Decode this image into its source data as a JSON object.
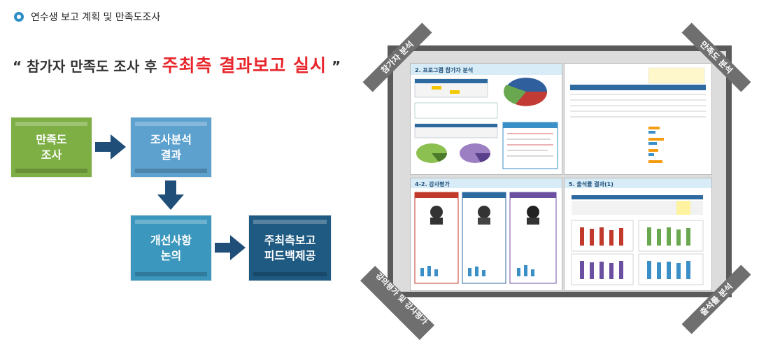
{
  "header": {
    "title": "연수생 보고 계획 및 만족도조사"
  },
  "quote": {
    "open": "“ 참가자 만족도 조사 후 ",
    "highlight": "주최측 결과보고 실시",
    "close": " ”"
  },
  "flow": {
    "step1": "만족도\n조사",
    "step2": "조사분석\n결과",
    "step3": "개선사항\n논의",
    "step4": "주최측보고\n피드백제공"
  },
  "colors": {
    "green": "#7daf45",
    "light_blue": "#5da1cf",
    "teal": "#3b97bd",
    "navy": "#1f5a82",
    "arrow": "#1f4e79",
    "accent_red": "#e8262b"
  },
  "panel": {
    "banners": {
      "top_left": "참가자 분석",
      "top_right": "만족도 분석",
      "bottom_left": "강의평가 및 강사평가",
      "bottom_right": "출석률 분석"
    },
    "slides": {
      "slide1_title": "2. 프로그램 참가자 분석",
      "slide3_title": "4-2. 강사평가",
      "slide4_title": "5. 출석률 결과(1)"
    }
  }
}
